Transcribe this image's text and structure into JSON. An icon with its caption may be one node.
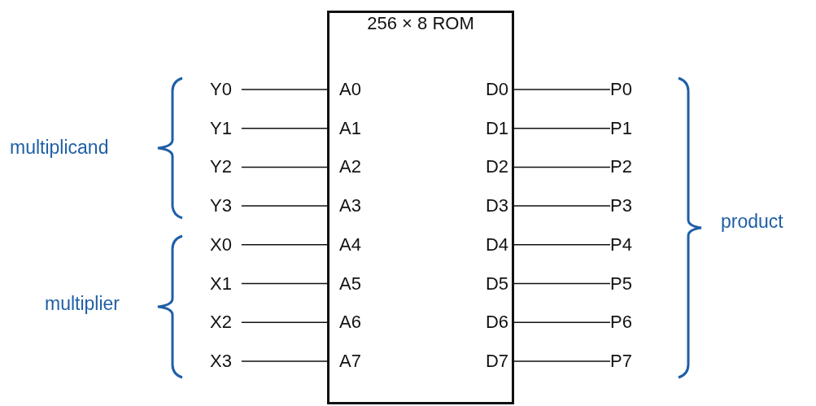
{
  "diagram": {
    "nodes": [
      {
        "text": [
          "256 × 8 ROM"
        ]
      },
      {
        "text": [
          "A0"
        ],
        "in": 0
      },
      {
        "text": [
          "A1"
        ],
        "in": 0
      },
      {
        "text": [
          "A2"
        ],
        "in": 0
      },
      {
        "text": [
          "A3"
        ],
        "in": 0
      },
      {
        "text": [
          "A4"
        ],
        "in": 0
      },
      {
        "text": [
          "A5"
        ],
        "in": 0
      },
      {
        "text": [
          "A6"
        ],
        "in": 0
      },
      {
        "text": [
          "A7"
        ],
        "in": 0
      },
      {
        "text": [
          "D0"
        ],
        "in": 0
      },
      {
        "text": [
          "D1"
        ],
        "in": 0
      },
      {
        "text": [
          "D2"
        ],
        "in": 0
      },
      {
        "text": [
          "D3"
        ],
        "in": 0
      },
      {
        "text": [
          "D4"
        ],
        "in": 0
      },
      {
        "text": [
          "D5"
        ],
        "in": 0
      },
      {
        "text": [
          "D6"
        ],
        "in": 0
      },
      {
        "text": [
          "D7"
        ],
        "in": 0
      },
      {
        "text": [
          "Y0"
        ]
      },
      {
        "text": [
          "Y1"
        ]
      },
      {
        "text": [
          "Y2"
        ]
      },
      {
        "text": [
          "Y3"
        ]
      },
      {
        "text": [
          "X0"
        ]
      },
      {
        "text": [
          "X1"
        ]
      },
      {
        "text": [
          "X2"
        ]
      },
      {
        "text": [
          "X3"
        ]
      },
      {
        "text": [
          "P0"
        ]
      },
      {
        "text": [
          "P1"
        ]
      },
      {
        "text": [
          "P2"
        ]
      },
      {
        "text": [
          "P3"
        ]
      },
      {
        "text": [
          "P4"
        ]
      },
      {
        "text": [
          "P5"
        ]
      },
      {
        "text": [
          "P6"
        ]
      },
      {
        "text": [
          "P7"
        ]
      }
    ],
    "edges": [
      {
        "from": 17,
        "to": 1,
        "arrow": "none"
      },
      {
        "from": 18,
        "to": 2,
        "arrow": "none"
      },
      {
        "from": 19,
        "to": 3,
        "arrow": "none"
      },
      {
        "from": 20,
        "to": 4,
        "arrow": "none"
      },
      {
        "from": 21,
        "to": 5,
        "arrow": "none"
      },
      {
        "from": 22,
        "to": 6,
        "arrow": "none"
      },
      {
        "from": 23,
        "to": 7,
        "arrow": "none"
      },
      {
        "from": 24,
        "to": 8,
        "arrow": "none"
      },
      {
        "from": 9,
        "to": 25,
        "arrow": "none"
      },
      {
        "from": 10,
        "to": 26,
        "arrow": "none"
      },
      {
        "from": 11,
        "to": 27,
        "arrow": "none"
      },
      {
        "from": 12,
        "to": 28,
        "arrow": "none"
      },
      {
        "from": 13,
        "to": 29,
        "arrow": "none"
      },
      {
        "from": 14,
        "to": 30,
        "arrow": "none"
      },
      {
        "from": 15,
        "to": 31,
        "arrow": "none"
      },
      {
        "from": 16,
        "to": 32,
        "arrow": "none"
      }
    ],
    "labels": [
      "multiplicand",
      "multiplier",
      "product"
    ]
  }
}
